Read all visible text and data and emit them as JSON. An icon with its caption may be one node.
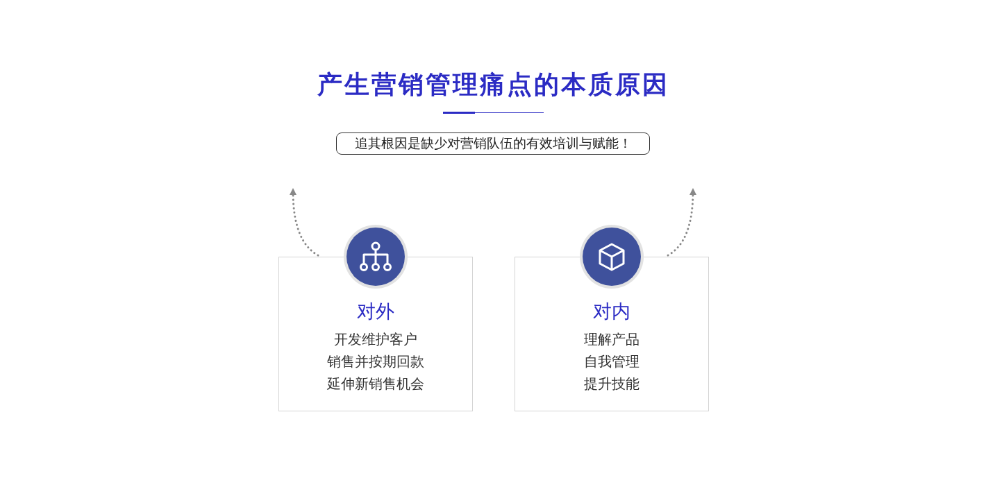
{
  "diagram": {
    "title": "产生营销管理痛点的本质原因",
    "nodes": [
      {
        "text": [
          "追其根因是缺少对营销队伍的有效培训与赋能！"
        ]
      },
      {
        "text": [
          "对外",
          "开发维护客户",
          "销售并按期回款",
          "延伸新销售机会"
        ]
      },
      {
        "text": [
          "对内",
          "理解产品",
          "自我管理",
          "提升技能"
        ]
      }
    ],
    "edges": [
      {
        "from": 1,
        "to": null,
        "arrow": "to",
        "style": "dashed"
      },
      {
        "from": 2,
        "to": null,
        "arrow": "to",
        "style": "dashed"
      }
    ]
  }
}
